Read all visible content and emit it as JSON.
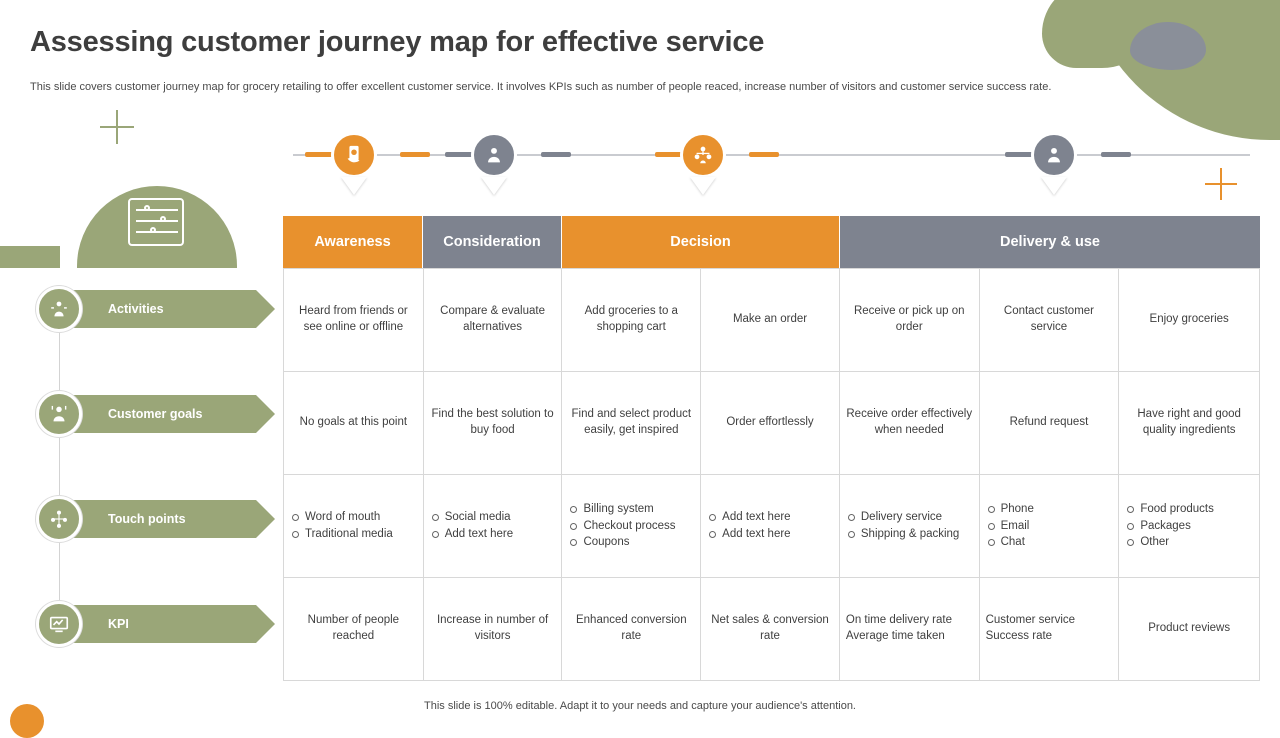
{
  "header": {
    "title": "Assessing customer journey map for effective service",
    "subtitle": "This slide covers customer journey map for grocery retailing to offer excellent customer service. It involves KPIs such as number of people reaced, increase number of visitors and customer service success rate."
  },
  "colors": {
    "orange": "#e8912d",
    "gray": "#7e838f",
    "green": "#9aa678",
    "border": "#d8d8d8"
  },
  "timeline": {
    "nodes": [
      {
        "icon": "mobile-hand-icon",
        "color": "#e8912d"
      },
      {
        "icon": "person-search-icon",
        "color": "#7e838f"
      },
      {
        "icon": "people-group-icon",
        "color": "#e8912d"
      },
      {
        "icon": "person-check-icon",
        "color": "#7e838f"
      }
    ]
  },
  "matrix": {
    "headers": [
      {
        "label": "Awareness",
        "color": "#e8912d"
      },
      {
        "label": "Consideration",
        "color": "#7e838f"
      },
      {
        "label": "Decision",
        "color": "#e8912d"
      },
      {
        "label": "Delivery & use",
        "color": "#7e838f"
      }
    ],
    "row_labels": [
      {
        "label": "Activities",
        "icon": "activities-icon"
      },
      {
        "label": "Customer goals",
        "icon": "customer-goals-icon"
      },
      {
        "label": "Touch points",
        "icon": "touch-points-icon"
      },
      {
        "label": "KPI",
        "icon": "kpi-icon"
      }
    ],
    "rows": [
      {
        "name": "activities",
        "cells": [
          {
            "type": "text",
            "text": "Heard from friends or see online or offline"
          },
          {
            "type": "text",
            "text": "Compare & evaluate alternatives"
          },
          {
            "type": "text",
            "text": "Add groceries to a shopping cart"
          },
          {
            "type": "text",
            "text": "Make an order"
          },
          {
            "type": "text",
            "text": "Receive or pick up on order"
          },
          {
            "type": "text",
            "text": "Contact customer service"
          },
          {
            "type": "text",
            "text": "Enjoy groceries"
          }
        ]
      },
      {
        "name": "customer-goals",
        "cells": [
          {
            "type": "text",
            "text": "No goals at this point"
          },
          {
            "type": "text",
            "text": "Find the best solution to buy food"
          },
          {
            "type": "text",
            "text": "Find and select product easily, get inspired"
          },
          {
            "type": "text",
            "text": "Order effortlessly"
          },
          {
            "type": "text",
            "text": "Receive order effectively when needed"
          },
          {
            "type": "text",
            "text": "Refund request"
          },
          {
            "type": "text",
            "text": "Have right and good quality ingredients"
          }
        ]
      },
      {
        "name": "touch-points",
        "cells": [
          {
            "type": "list",
            "items": [
              "Word of mouth",
              "Traditional media"
            ]
          },
          {
            "type": "list",
            "items": [
              "Social media",
              "Add text here"
            ]
          },
          {
            "type": "list",
            "items": [
              "Billing system",
              "Checkout process",
              "Coupons"
            ]
          },
          {
            "type": "list",
            "items": [
              "Add text here",
              "Add text here"
            ]
          },
          {
            "type": "list",
            "items": [
              "Delivery service",
              "Shipping & packing"
            ]
          },
          {
            "type": "list",
            "items": [
              "Phone",
              "Email",
              "Chat"
            ]
          },
          {
            "type": "list",
            "items": [
              "Food products",
              "Packages",
              "Other"
            ]
          }
        ]
      },
      {
        "name": "kpi",
        "cells": [
          {
            "type": "text",
            "text": "Number of people reached"
          },
          {
            "type": "text",
            "text": "Increase in number of visitors"
          },
          {
            "type": "text",
            "text": "Enhanced conversion rate"
          },
          {
            "type": "text",
            "text": "Net sales & conversion rate"
          },
          {
            "type": "text-left",
            "text": "On time delivery rate Average time taken"
          },
          {
            "type": "text-left",
            "text": "Customer service Success rate"
          },
          {
            "type": "text",
            "text": "Product reviews"
          }
        ]
      }
    ]
  },
  "footer": {
    "note": "This slide is 100% editable. Adapt it to your needs and capture your audience's attention."
  }
}
